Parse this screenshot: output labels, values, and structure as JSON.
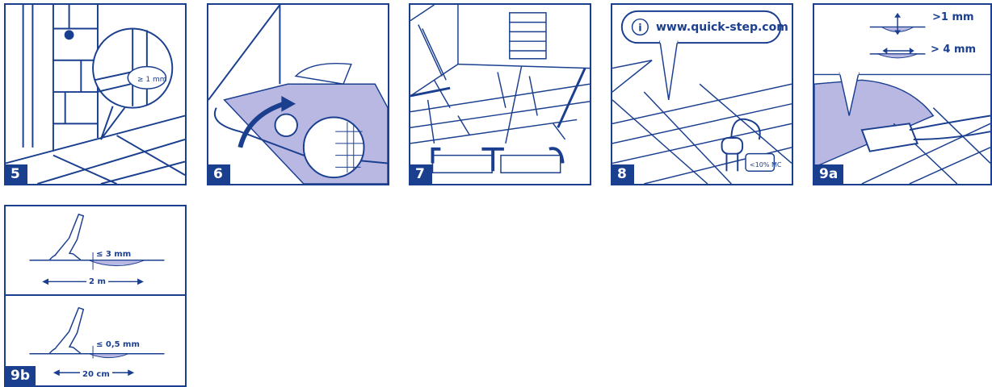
{
  "steps": [
    {
      "number": "5",
      "gap_label": "≥ 1 mm"
    },
    {
      "number": "6"
    },
    {
      "number": "7"
    },
    {
      "number": "8",
      "website": "www.quick-step.com",
      "moisture_label": "<10% MC"
    },
    {
      "number": "9a",
      "label_upper": ">1 mm",
      "label_lower": "> 4 mm"
    },
    {
      "number": "9b",
      "upper_depth": "≤ 3 mm",
      "upper_length": "2 m",
      "lower_depth": "≤ 0,5 mm",
      "lower_length": "20 cm"
    }
  ],
  "colors": {
    "brand_blue": "#1b3f8f",
    "fill_lavender": "#b9b8e3"
  }
}
